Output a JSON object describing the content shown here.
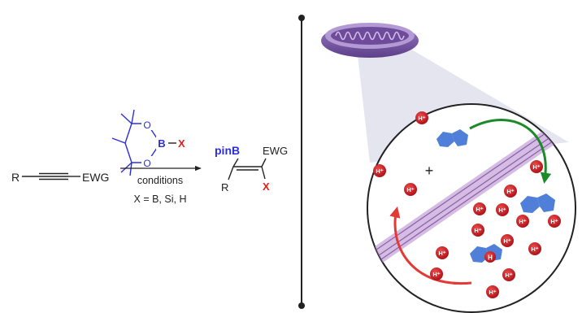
{
  "reaction": {
    "substrate_r": "R",
    "substrate_ewg": "EWG",
    "reagent_o1": "O",
    "reagent_o2": "O",
    "reagent_b": "B",
    "reagent_x": "X",
    "reagent_dash": "–",
    "conditions": "conditions",
    "x_definition": "X = B, Si, H",
    "product_pinb": "pinB",
    "product_ewg": "EWG",
    "product_r": "R",
    "product_x": "X"
  },
  "mitochondrion_view": {
    "plus_sign": "+",
    "proton_label": "H⁺",
    "bound_proton_label": "H"
  },
  "colors": {
    "boron_blue": "#2d2fd6",
    "x_red": "#e02020",
    "proton_red": "#c8161d",
    "molecule_blue": "#4f7fd8",
    "arrow_green": "#1d8a2a",
    "arrow_red": "#e53935",
    "mito_purple": "#7d5fa8",
    "membrane_purple": "#c9a9dc",
    "zoom_cone": "#dfe1ec"
  }
}
